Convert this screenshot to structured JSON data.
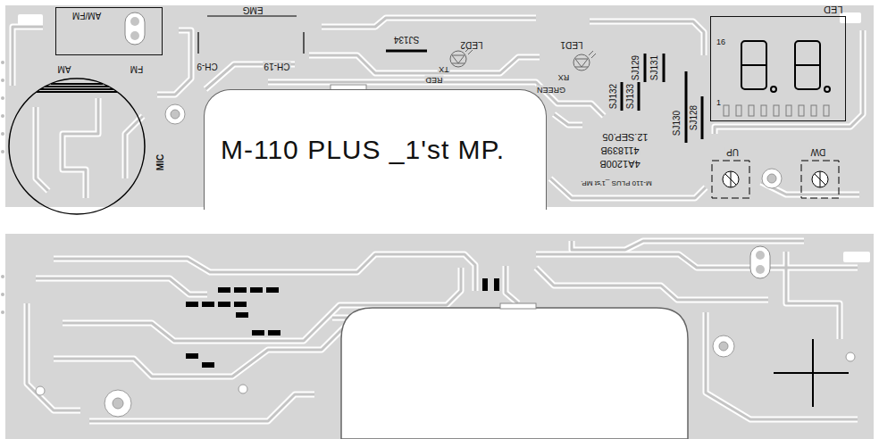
{
  "diagram": {
    "nodes": [
      {
        "text": [
          "AM/FM"
        ]
      },
      {
        "text": [
          "LED",
          "16",
          "1"
        ]
      },
      {
        "text": [
          "M-110 PLUS _1'st MP."
        ]
      }
    ],
    "labels": [
      "EMG",
      "AM",
      "FM",
      "CH-9",
      "CH-19",
      "MIC",
      "SJ134",
      "LED2",
      "TX",
      "RED",
      "LED1",
      "RX",
      "GREEN",
      "SJ132",
      "SJ133",
      "SJ129",
      "SJ131",
      "SJ130",
      "SJ128",
      "12.SEP.05",
      "411839B",
      "4A1200B",
      "M-110 PLUS _1'st MP.",
      "UP",
      "DW"
    ]
  }
}
